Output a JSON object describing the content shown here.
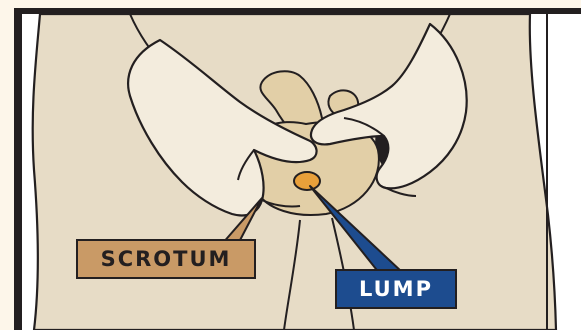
{
  "illustration": {
    "description_icon": "hands-examining-scrotum-illustration",
    "colors": {
      "page_background": "#fdf6ea",
      "frame": "#231f20",
      "panel_background": "#ffffff",
      "body_skin": "#e7dcc6",
      "hand_skin": "#f3ecdd",
      "scrotum_skin": "#e2cfa7",
      "shadow": "#231f20",
      "lump": "#e9a03a",
      "outline": "#231f20"
    }
  },
  "labels": {
    "scrotum": {
      "text": "SCROTUM",
      "fill": "#c99a66",
      "text_color": "#231f20"
    },
    "lump": {
      "text": "LUMP",
      "fill": "#1d4c8f",
      "text_color": "#ffffff"
    }
  }
}
